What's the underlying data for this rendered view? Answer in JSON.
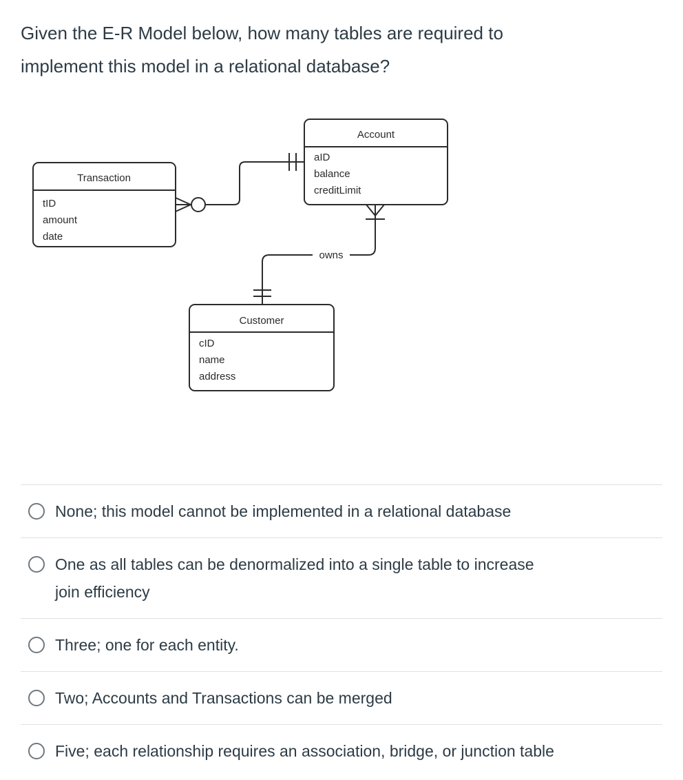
{
  "question": {
    "lines": [
      "Given the E-R Model below, how many tables are required to",
      "implement this model in a relational database?"
    ]
  },
  "diagram": {
    "type": "er-model",
    "entities": [
      {
        "name": "Transaction",
        "attributes": [
          "tID",
          "amount",
          "date"
        ]
      },
      {
        "name": "Account",
        "attributes": [
          "aID",
          "balance",
          "creditLimit"
        ]
      },
      {
        "name": "Customer",
        "attributes": [
          "cID",
          "name",
          "address"
        ]
      }
    ],
    "relationships": [
      {
        "from": "Transaction",
        "to": "Account",
        "from_cardinality": "zero-or-many",
        "to_cardinality": "one-and-only-one",
        "label": ""
      },
      {
        "from": "Customer",
        "to": "Account",
        "from_cardinality": "one-and-only-one",
        "to_cardinality": "one-or-many",
        "label": "owns"
      }
    ]
  },
  "options": [
    {
      "lines": [
        "None; this model cannot be implemented in a relational database"
      ]
    },
    {
      "lines": [
        "One as all tables can be denormalized into a single table to increase",
        "join efficiency"
      ]
    },
    {
      "lines": [
        "Three; one for each entity."
      ]
    },
    {
      "lines": [
        "Two; Accounts and Transactions can be merged"
      ]
    },
    {
      "lines": [
        "Five; each relationship requires an association, bridge, or junction table"
      ]
    }
  ],
  "colors": {
    "text": "#2D3B45",
    "diagram_stroke": "#2b2b2b",
    "divider": "#E0E0E0",
    "radio_border": "#6F777F",
    "background": "#ffffff"
  }
}
